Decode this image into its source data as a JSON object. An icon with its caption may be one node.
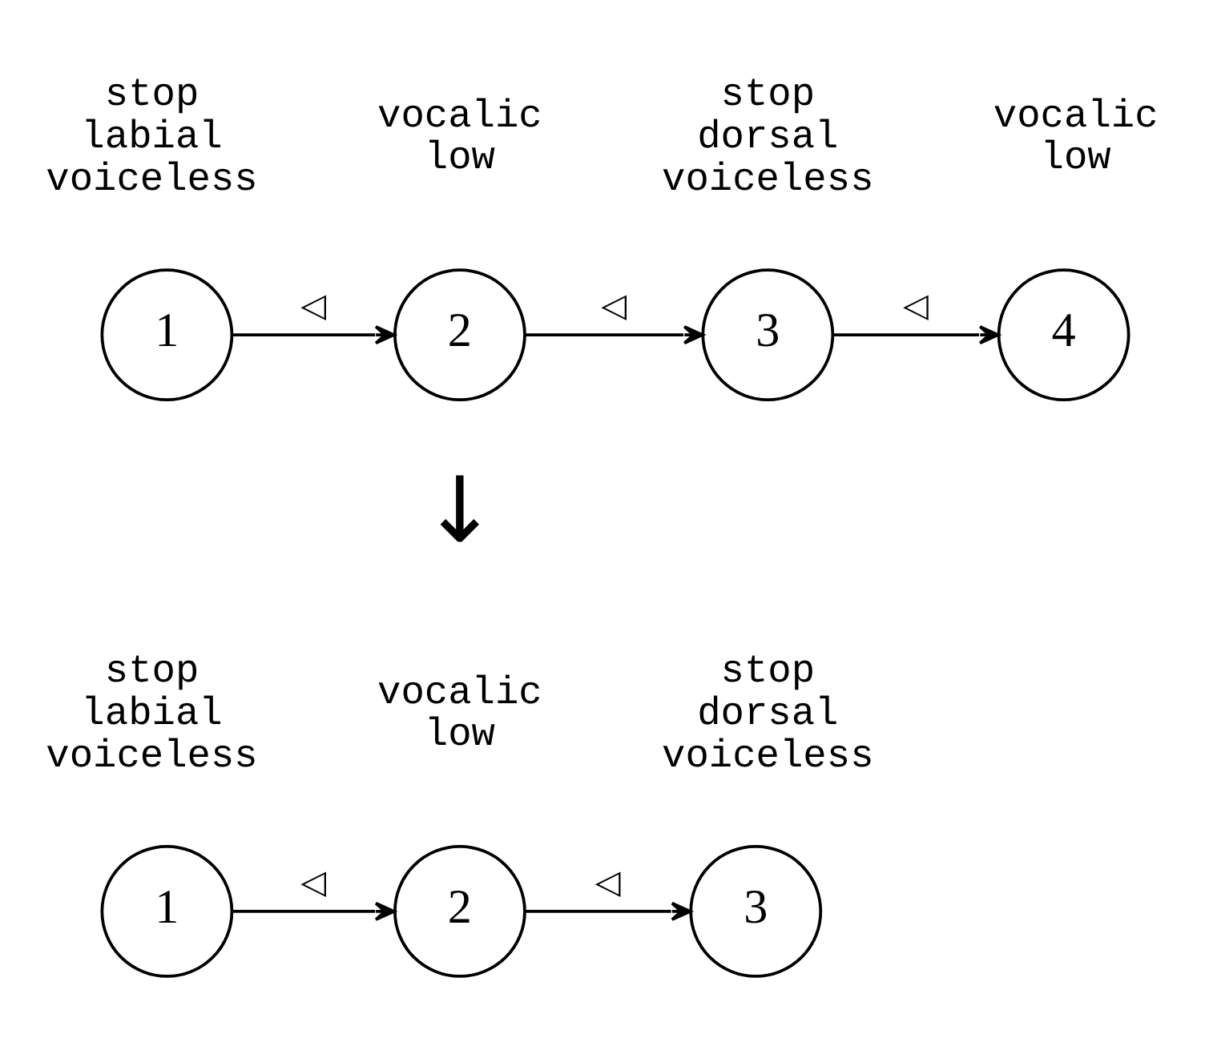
{
  "diagram": {
    "nodes": [
      {
        "text": [
          "1"
        ],
        "beside": [
          "stop labial voiceless"
        ]
      },
      {
        "text": [
          "2"
        ],
        "beside": [
          "vocalic low"
        ]
      },
      {
        "text": [
          "3"
        ],
        "beside": [
          "stop dorsal voiceless"
        ]
      },
      {
        "text": [
          "4"
        ],
        "beside": [
          "vocalic low"
        ]
      },
      {
        "text": [
          "1"
        ],
        "beside": [
          "stop labial voiceless"
        ]
      },
      {
        "text": [
          "2"
        ],
        "beside": [
          "vocalic low"
        ]
      },
      {
        "text": [
          "3"
        ],
        "beside": [
          "stop dorsal voiceless"
        ]
      }
    ],
    "edges": [
      {
        "from": 0,
        "to": 1,
        "arrow": "to",
        "label": "◁"
      },
      {
        "from": 1,
        "to": 2,
        "arrow": "to",
        "label": "◁"
      },
      {
        "from": 2,
        "to": 3,
        "arrow": "to",
        "label": "◁"
      },
      {
        "from": 4,
        "to": 5,
        "arrow": "to",
        "label": "◁"
      },
      {
        "from": 5,
        "to": 6,
        "arrow": "to",
        "label": "◁"
      }
    ],
    "labels": [
      "↓"
    ]
  }
}
